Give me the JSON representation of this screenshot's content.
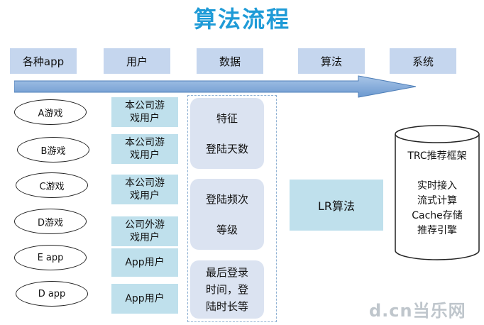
{
  "title": "算法流程",
  "stages": [
    "各种app",
    "用户",
    "数据",
    "算法",
    "系统"
  ],
  "apps": [
    "A游戏",
    "B游戏",
    "C游戏",
    "D游戏",
    "E  app",
    "D app"
  ],
  "users": [
    [
      "本公司游",
      "戏用户"
    ],
    [
      "本公司游",
      "戏用户"
    ],
    [
      "本公司游",
      "戏用户"
    ],
    [
      "公司外游",
      "戏用户"
    ],
    [
      "App用户"
    ],
    [
      "App用户"
    ]
  ],
  "data_features": {
    "box1": [
      "特征",
      "登陆天数"
    ],
    "box2": [
      "登陆频次",
      "等级"
    ],
    "box3": [
      "最后登录",
      "时间，登",
      "陆时长等"
    ]
  },
  "algorithm": "LR算法",
  "system": {
    "title": "TRC推荐框架",
    "items": [
      "实时接入",
      "流式计算",
      "Cache存储",
      "推荐引擎"
    ]
  },
  "watermark": "d.cn当乐网",
  "colors": {
    "title": "#1f9bd7",
    "stage_bg": "#c5d6ee",
    "user_bg": "#bfe0ec",
    "data_bg": "#dbe3f1",
    "arrow": "#7ea9d8"
  }
}
